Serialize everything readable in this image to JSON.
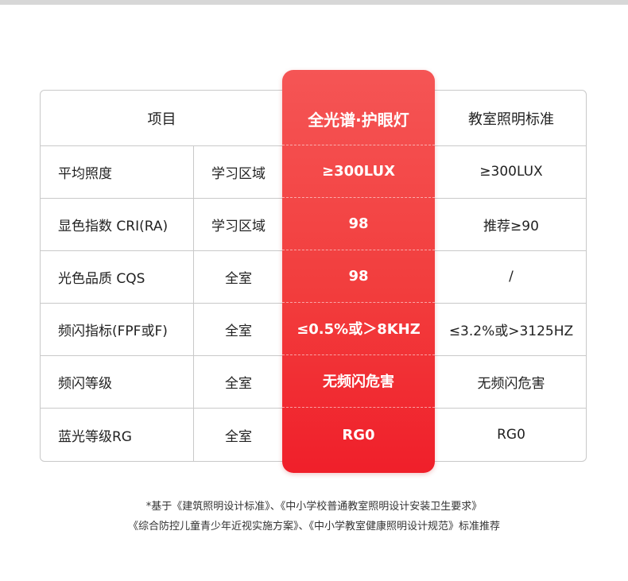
{
  "table": {
    "headers": {
      "item": "项目",
      "product": "全光谱·护眼灯",
      "standard": "教室照明标准"
    },
    "rows": [
      {
        "item": "平均照度",
        "area": "学习区域",
        "product": "≥300LUX",
        "standard": "≥300LUX"
      },
      {
        "item": "显色指数 CRI(RA)",
        "area": "学习区域",
        "product": "98",
        "standard": "推荐≥90"
      },
      {
        "item": "光色品质 CQS",
        "area": "全室",
        "product": "98",
        "standard": "/"
      },
      {
        "item": "频闪指标(FPF或F)",
        "area": "全室",
        "product": "≤0.5%或＞8KHZ",
        "standard": "≤3.2%或>3125HZ"
      },
      {
        "item": "频闪等级",
        "area": "全室",
        "product": "无频闪危害",
        "standard": "无频闪危害"
      },
      {
        "item": "蓝光等级RG",
        "area": "全室",
        "product": "RG0",
        "standard": "RG0"
      }
    ]
  },
  "footnote": {
    "line1": "*基于《建筑照明设计标准》、《中小学校普通教室照明设计安装卫生要求》",
    "line2": "《综合防控儿童青少年近视实施方案》、《中小学教室健康照明设计规范》标准推荐"
  },
  "colors": {
    "highlight_top": "#f55555",
    "highlight_bottom": "#f01f2a",
    "border": "#c9c9c9"
  }
}
